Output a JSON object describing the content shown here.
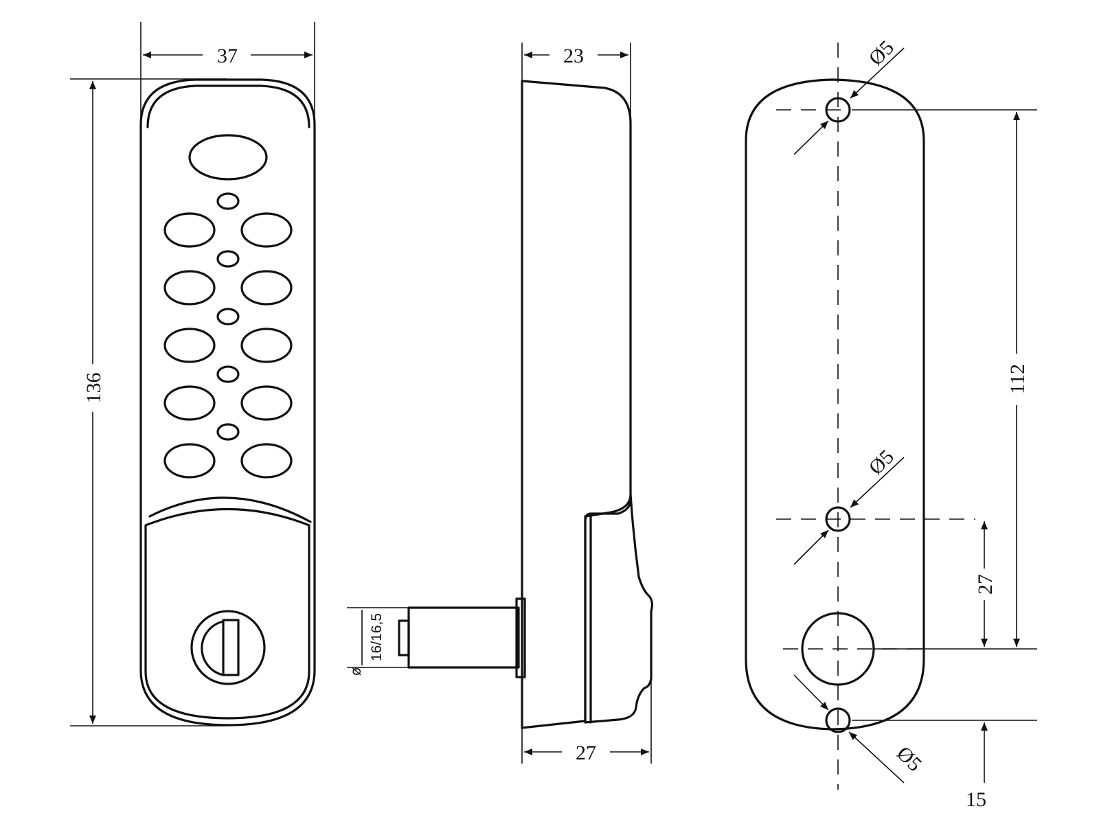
{
  "drawing": {
    "front_view": {
      "width_label": "37",
      "height_label": "136",
      "keypad": {
        "rows": 5,
        "columns": 2,
        "small_buttons": 5,
        "display_window": 1
      }
    },
    "side_view": {
      "depth_label": "23",
      "overall_depth_label": "27",
      "shaft_diameter_symbol": "ø",
      "shaft_diameter_label": "16/16,5"
    },
    "back_view": {
      "hole_labels": [
        "Ø5",
        "Ø5",
        "Ø5"
      ],
      "center_spacing_label": "112",
      "mid_spacing_label": "27",
      "bottom_offset_label": "15"
    },
    "line_color": "#111111",
    "background": "#ffffff"
  }
}
